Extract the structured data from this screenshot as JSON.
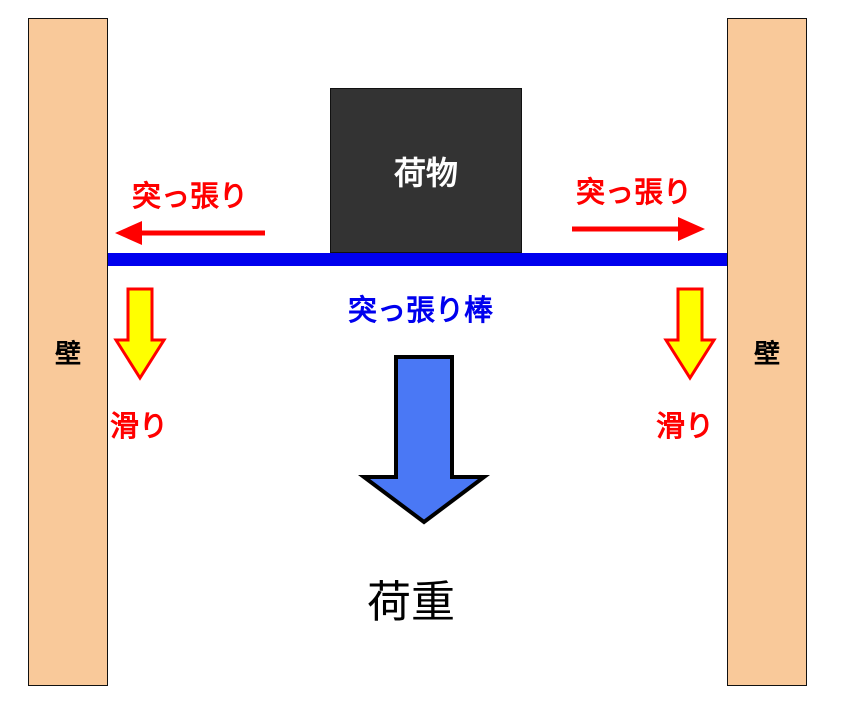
{
  "labels": {
    "wall_left": "壁",
    "wall_right": "壁",
    "cargo": "荷物",
    "push_left": "突っ張り",
    "push_right": "突っ張り",
    "rod": "突っ張り棒",
    "slip_left": "滑り",
    "slip_right": "滑り",
    "load": "荷重"
  },
  "colors": {
    "wall": "#f9c99a",
    "cargo": "#333333",
    "rod": "#0000ee",
    "push_arrow": "#ff0000",
    "slip_arrow_fill": "#ffff00",
    "slip_arrow_stroke": "#ff0000",
    "load_arrow_fill": "#4a78f5",
    "load_arrow_stroke": "#000000"
  },
  "icons": {
    "push_arrow": "arrow-horizontal-icon",
    "slip_arrow": "block-arrow-down-icon",
    "load_arrow": "block-arrow-down-icon"
  }
}
